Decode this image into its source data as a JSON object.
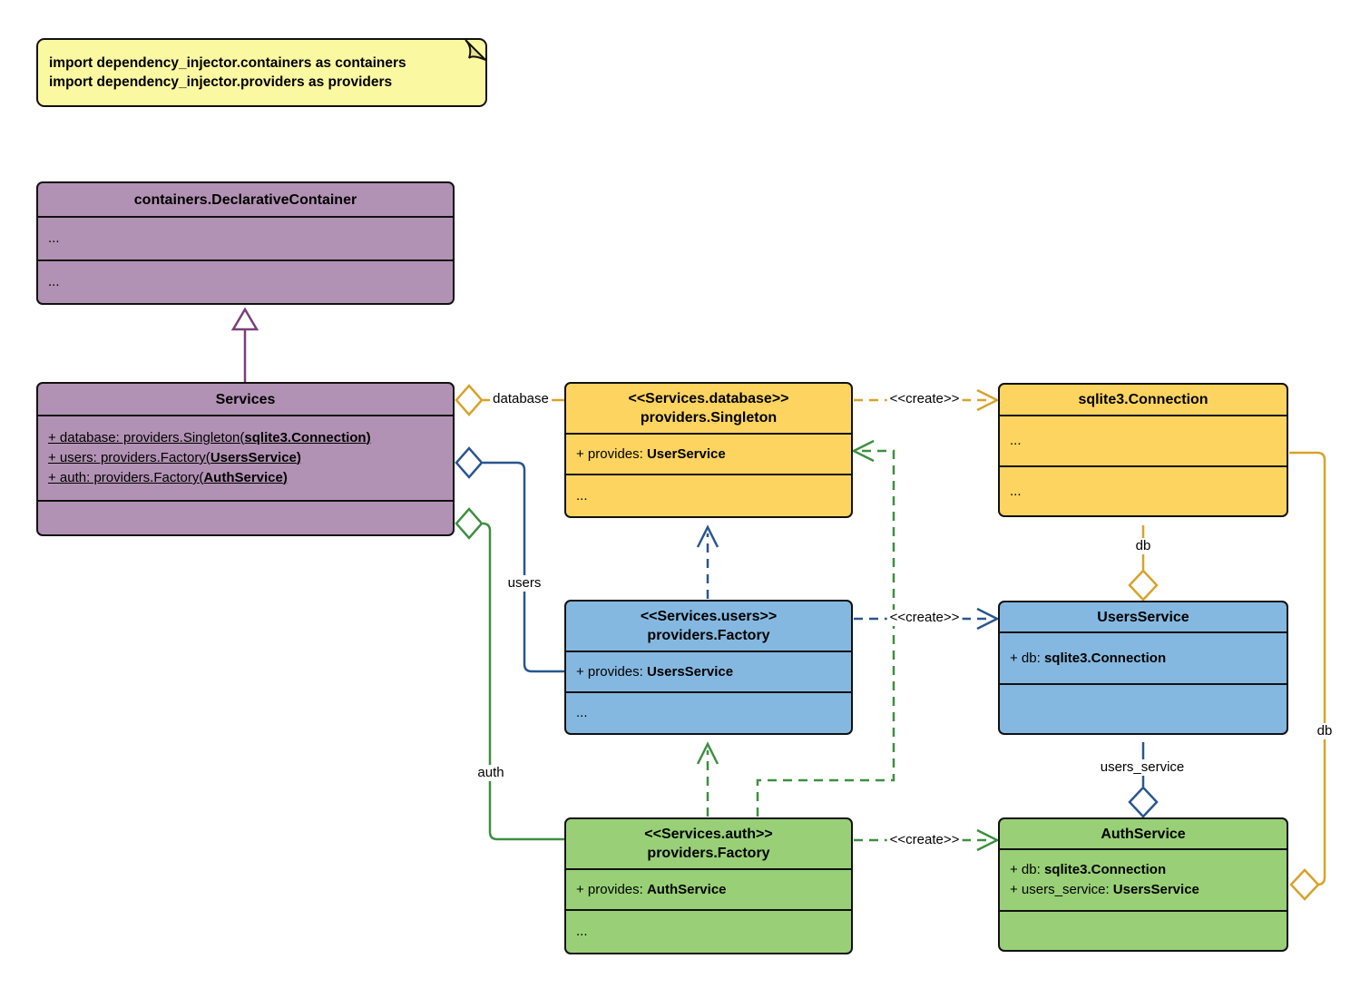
{
  "note": {
    "line1": "import dependency_injector.containers as containers",
    "line2": "import dependency_injector.providers as providers"
  },
  "classes": {
    "declarative_container": {
      "title": "containers.DeclarativeContainer",
      "section1": "...",
      "section2": "..."
    },
    "services": {
      "title": "Services",
      "attributes": [
        {
          "pre": "+ database: providers.Singleton(",
          "bold": "sqlite3.Connection",
          "post": ")"
        },
        {
          "pre": "+ users: providers.Factory(",
          "bold": "UsersService",
          "post": ")"
        },
        {
          "pre": "+ auth: providers.Factory(",
          "bold": "AuthService",
          "post": ")"
        }
      ]
    },
    "singleton": {
      "stereotype": "<<Services.database>>",
      "title": "providers.Singleton",
      "attr": {
        "pre": "+ provides: ",
        "bold": "UserService"
      },
      "ellipsis": "..."
    },
    "sqlite_connection": {
      "title": "sqlite3.Connection",
      "section1": "...",
      "section2": "..."
    },
    "users_factory": {
      "stereotype": "<<Services.users>>",
      "title": "providers.Factory",
      "attr": {
        "pre": "+ provides: ",
        "bold": "UsersService"
      },
      "ellipsis": "..."
    },
    "users_service": {
      "title": "UsersService",
      "attr": {
        "pre": "+ db: ",
        "bold": "sqlite3.Connection"
      }
    },
    "auth_factory": {
      "stereotype": "<<Services.auth>>",
      "title": "providers.Factory",
      "attr": {
        "pre": "+ provides: ",
        "bold": "AuthService"
      },
      "ellipsis": "..."
    },
    "auth_service": {
      "title": "AuthService",
      "attributes": [
        {
          "pre": "+ db: ",
          "bold": "sqlite3.Connection"
        },
        {
          "pre": "+ users_service: ",
          "bold": "UsersService"
        }
      ]
    }
  },
  "edges": {
    "database_label": "database",
    "users_label": "users",
    "auth_label": "auth",
    "db_top_label": "db",
    "users_service_label": "users_service",
    "db_right_label": "db",
    "create_label": "<<create>>"
  },
  "colors": {
    "purple_fill": "#b292b4",
    "purple_line": "#7b3f7b",
    "yellow_fill": "#fcd45f",
    "yellow_line": "#d8a22a",
    "blue_fill": "#85b8e0",
    "blue_line": "#29568e",
    "green_fill": "#99d077",
    "green_line": "#3e8f41",
    "note_fill": "#fbf8a2",
    "border": "#111111"
  }
}
